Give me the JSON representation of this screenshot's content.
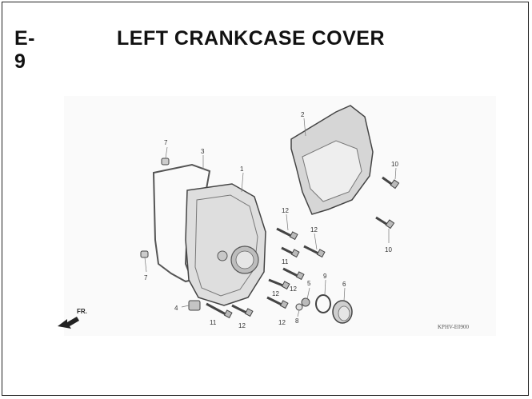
{
  "header": {
    "section_code": "E-9",
    "section_title": "LEFT CRANKCASE COVER"
  },
  "diagram": {
    "direction_label": "FR.",
    "drawing_code": "KPHV-E0900",
    "callouts": {
      "c1": "1",
      "c2": "2",
      "c3": "3",
      "c4": "4",
      "c5": "5",
      "c6": "6",
      "c7a": "7",
      "c7b": "7",
      "c8": "8",
      "c9": "9",
      "c10a": "10",
      "c10b": "10",
      "c11a": "11",
      "c11b": "11",
      "c12a": "12",
      "c12b": "12",
      "c12c": "12",
      "c12d": "12",
      "c12e": "12",
      "c12f": "12"
    }
  },
  "colors": {
    "line": "#444444",
    "shade": "#dcdcdc",
    "text": "#111111"
  }
}
